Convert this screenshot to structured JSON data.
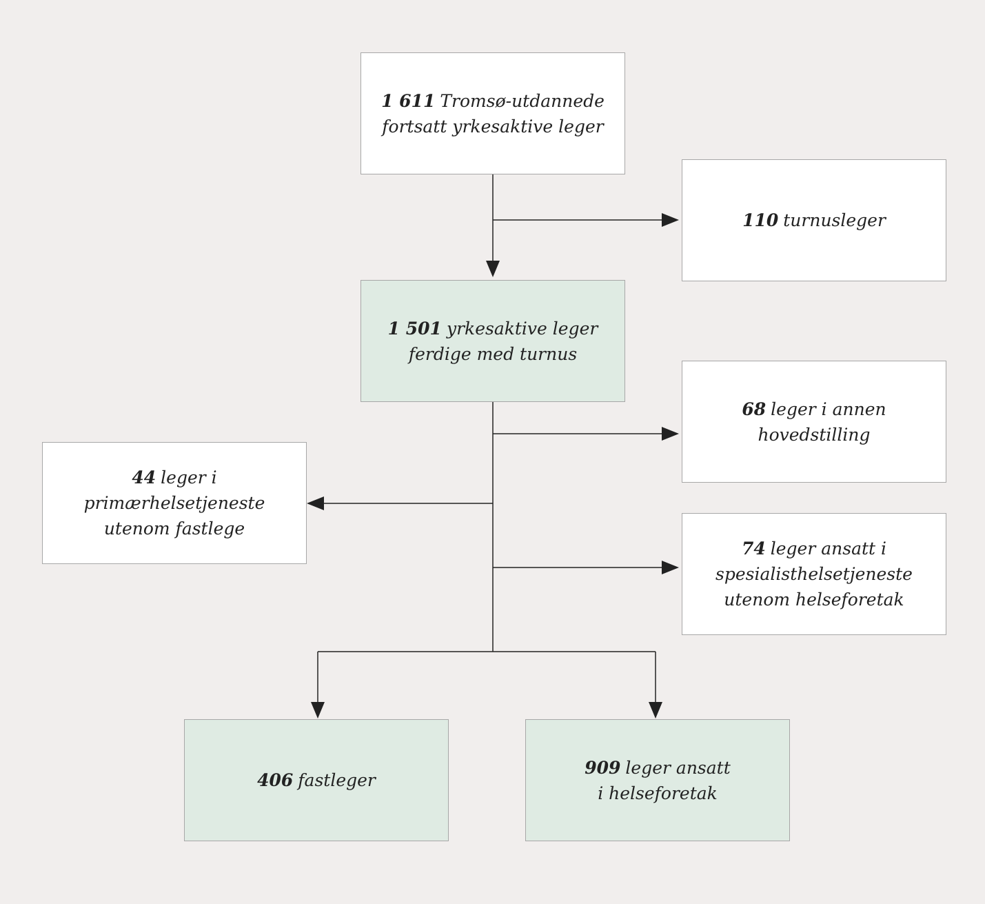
{
  "colors": {
    "background": "#f1eeed",
    "box_white": "#ffffff",
    "box_green": "#dfebe3",
    "border": "#a7a7a7",
    "line": "#222222"
  },
  "nodes": {
    "total": {
      "count": "1 611",
      "line1": "Tromsø-utdannede",
      "line2": "fortsatt yrkesaktive leger"
    },
    "turnus": {
      "count": "110",
      "line1": "turnusleger"
    },
    "finished": {
      "count": "1 501",
      "line1": "yrkesaktive leger",
      "line2": "ferdige med turnus"
    },
    "other_main": {
      "count": "68",
      "line1": "leger i annen",
      "line2": "hovedstilling"
    },
    "primary_care": {
      "count": "44",
      "line1": "leger i",
      "line2": "primærhelsetjeneste",
      "line3": "utenom fastlege"
    },
    "specialist": {
      "count": "74",
      "line1": "leger ansatt i",
      "line2": "spesialisthelsetjeneste",
      "line3": "utenom helseforetak"
    },
    "gp": {
      "count": "406",
      "line1": "fastleger"
    },
    "hospital": {
      "count": "909",
      "line1": "leger ansatt",
      "line2": "i helseforetak"
    }
  }
}
